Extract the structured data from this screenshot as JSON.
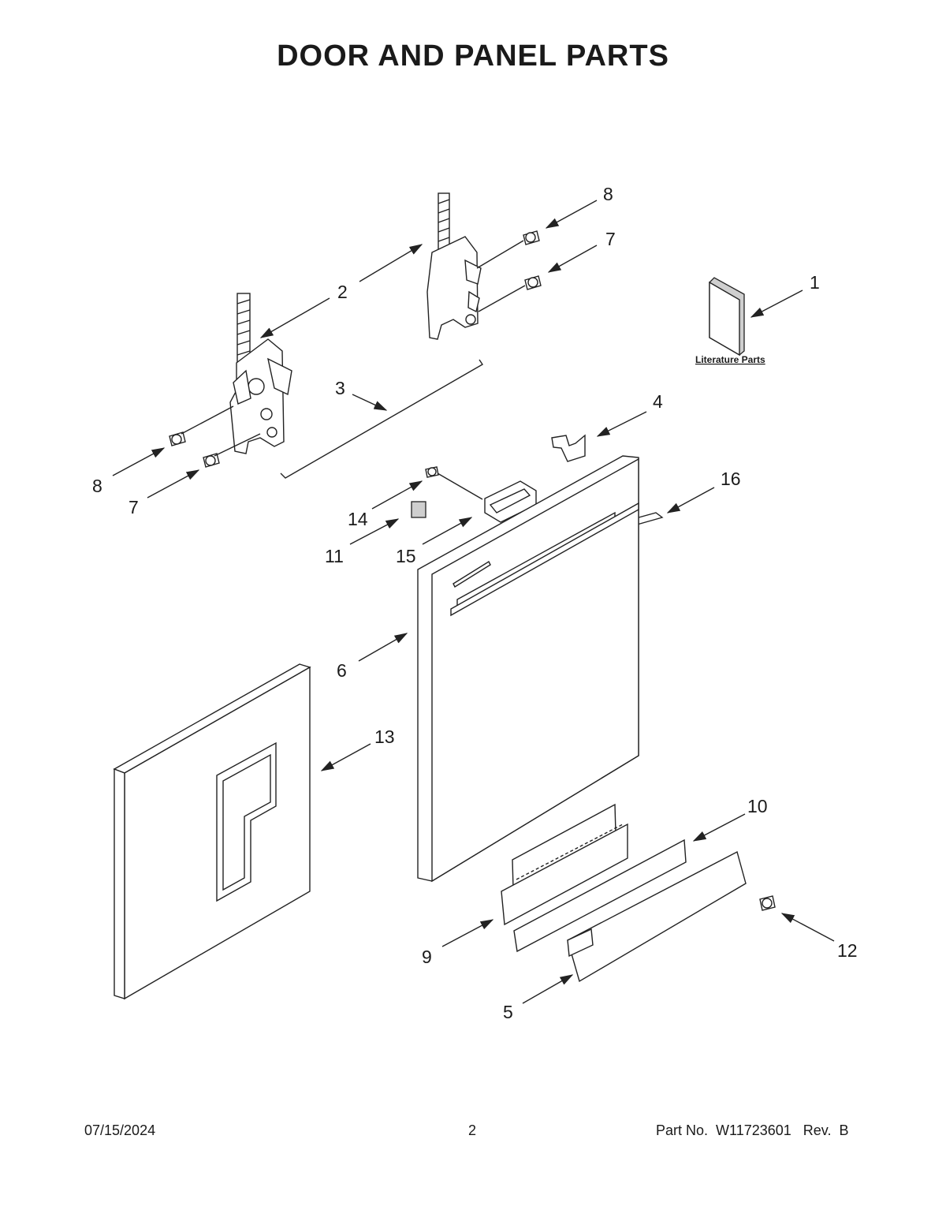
{
  "header": {
    "title": "DOOR AND PANEL PARTS"
  },
  "diagram": {
    "literature_label": "Literature Parts",
    "callouts": {
      "c1": "1",
      "c2": "2",
      "c3": "3",
      "c4": "4",
      "c5": "5",
      "c6": "6",
      "c7_right": "7",
      "c7_left": "7",
      "c8_right": "8",
      "c8_left": "8",
      "c9": "9",
      "c10": "10",
      "c11": "11",
      "c12": "12",
      "c13": "13",
      "c14": "14",
      "c15": "15",
      "c16": "16"
    }
  },
  "footer": {
    "date": "07/15/2024",
    "page": "2",
    "part_no": "Part No.  W11723601   Rev.  B"
  }
}
